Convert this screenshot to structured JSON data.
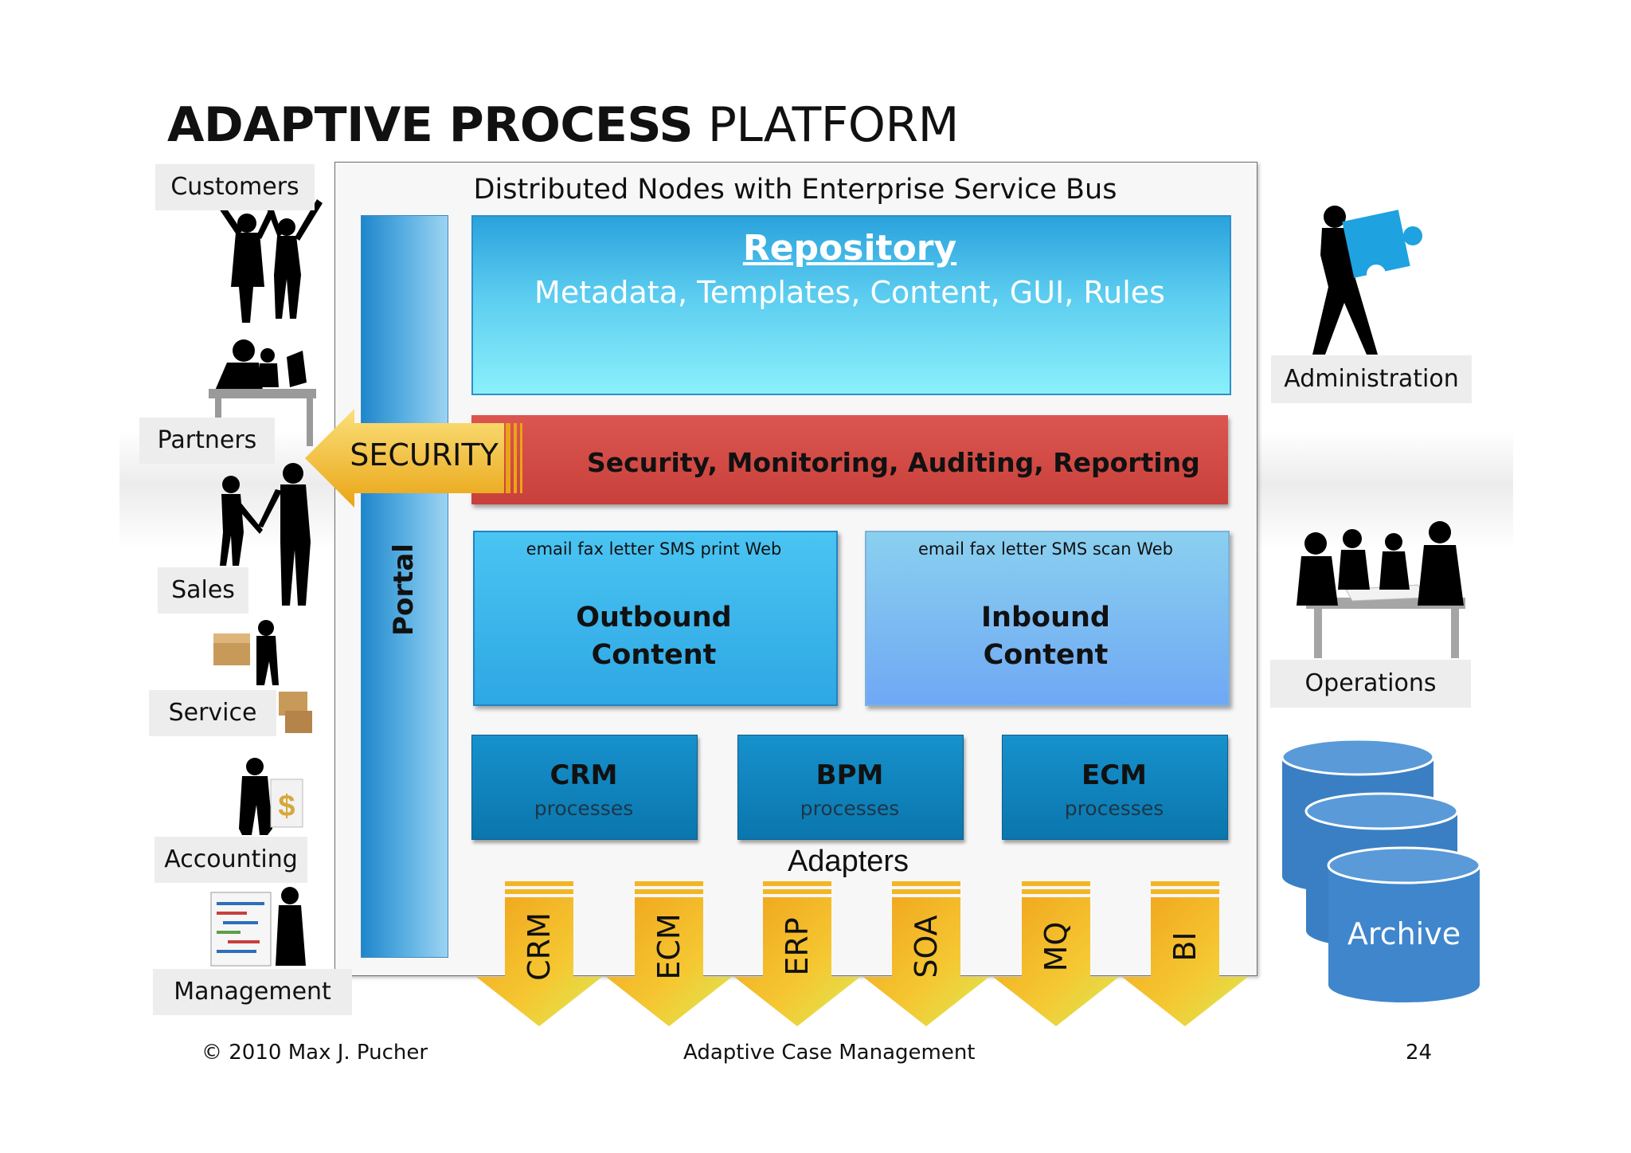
{
  "slide": {
    "title_bold": "ADAPTIVE PROCESS",
    "title_regular": "PLATFORM",
    "page_number": "24"
  },
  "platform": {
    "header": "Distributed Nodes with Enterprise Service Bus",
    "portal": "Portal",
    "repository": {
      "title": "Repository",
      "subtitle": "Metadata, Templates, Content, GUI, Rules"
    },
    "security_tab": "SECURITY",
    "security_bar": "Security, Monitoring, Auditing, Reporting",
    "outbound": {
      "channels": "email fax letter SMS print Web",
      "line1": "Outbound",
      "line2": "Content"
    },
    "inbound": {
      "channels": "email fax letter SMS scan Web",
      "line1": "Inbound",
      "line2": "Content"
    },
    "processes": [
      {
        "name": "CRM",
        "sub": "processes"
      },
      {
        "name": "BPM",
        "sub": "processes"
      },
      {
        "name": "ECM",
        "sub": "processes"
      }
    ],
    "adapters_label": "Adapters",
    "adapters": [
      "CRM",
      "ECM",
      "ERP",
      "SOA",
      "MQ",
      "BI"
    ]
  },
  "left_roles": [
    "Customers",
    "Partners",
    "Sales",
    "Service",
    "Accounting",
    "Management"
  ],
  "right_roles": {
    "administration": "Administration",
    "operations": "Operations",
    "archive": "Archive"
  },
  "footer": {
    "copyright": "© 2010 Max J. Pucher",
    "center": "Adaptive Case Management",
    "page": "24"
  },
  "colors": {
    "repository": "#5ccdf0",
    "security_bar": "#d24a45",
    "security_arrow": "#f3c63a",
    "outbound": "#38b2ea",
    "inbound": "#7cb8f2",
    "process": "#1085c0",
    "adapter_arrow": "#f1b01f",
    "archive": "#3f86cc",
    "portal": "#3aa0dc"
  }
}
